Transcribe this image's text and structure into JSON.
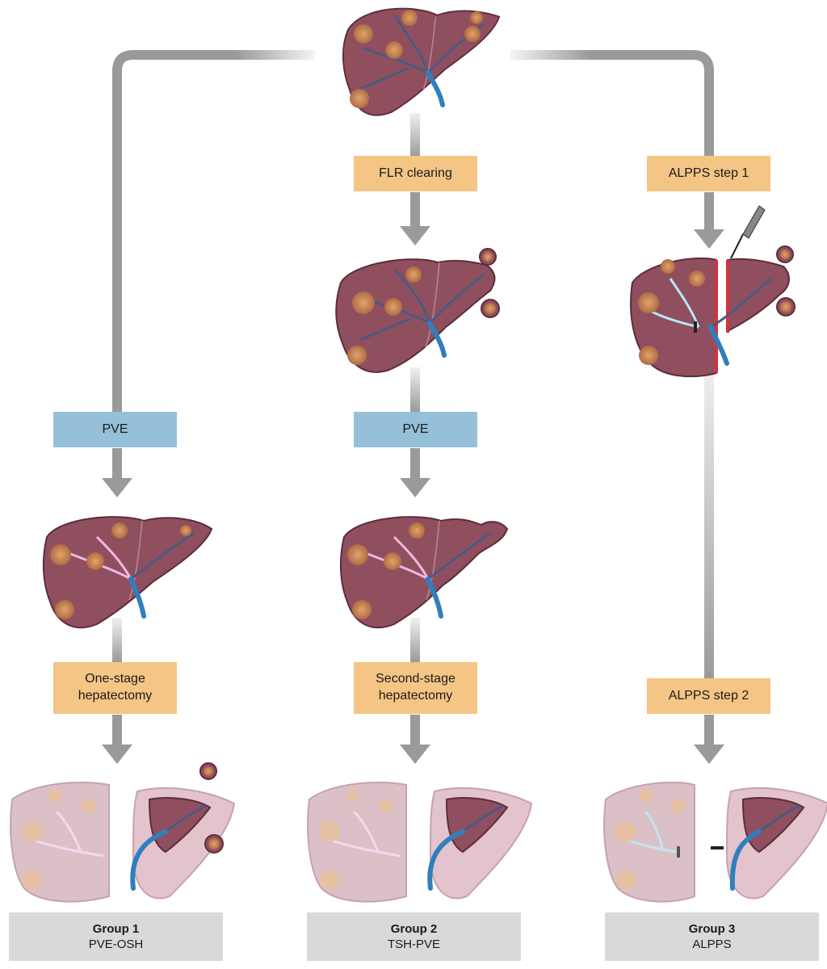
{
  "steps": {
    "flr_clearing": "FLR clearing",
    "alpps_step1": "ALPPS step 1",
    "pve_group1": "PVE",
    "pve_group2": "PVE",
    "one_stage_line1": "One-stage",
    "one_stage_line2": "hepatectomy",
    "second_stage_line1": "Second-stage",
    "second_stage_line2": "hepatectomy",
    "alpps_step2": "ALPPS step 2"
  },
  "groups": [
    {
      "title": "Group 1",
      "subtitle": "PVE-OSH"
    },
    {
      "title": "Group 2",
      "subtitle": "TSH-PVE"
    },
    {
      "title": "Group 3",
      "subtitle": "ALPPS"
    }
  ],
  "colors": {
    "arrow": "#9a9a9a",
    "liver": "#8f4f5f",
    "liver_outline": "#5d2d3a",
    "tumor": "#c98a5a",
    "vessel_dark": "#4a5a80",
    "portal_vein": "#2f7fbf",
    "embolized": "#f0b8e0",
    "step_box": "#f5c585",
    "pve_box": "#96c0d9",
    "group_box": "#d9d9d9",
    "transection": "#d8303a"
  }
}
